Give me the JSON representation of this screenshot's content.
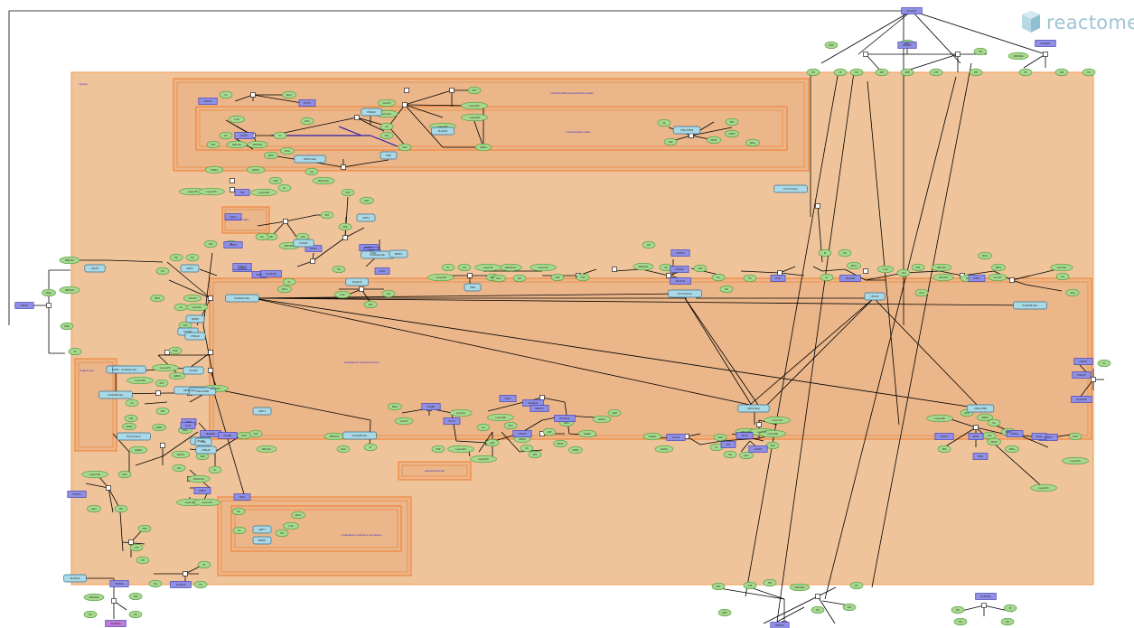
{
  "brand": {
    "name": "reactome",
    "logo_icon": "reactome-logo-icon",
    "color": "#9fc4d4"
  },
  "colors": {
    "cell_fill": "#f0c49a",
    "cell_border": "#f39a52",
    "compartment_fill": "#ebb68a",
    "compartment_border": "#f07a2a",
    "complex_fill": "#a9d9e6",
    "complex_border": "#3d6f8f",
    "protein_fill": "#8f8fe6",
    "protein_border": "#4545b8",
    "molecule_fill": "#a6d98f",
    "molecule_border": "#4f9a3a",
    "edge": "#000000",
    "inhibition_edge": "#2a1aa8",
    "link": "#555566",
    "pink_entity": "#c07ad9"
  },
  "compartment_labels": [
    "cytosol",
    "mitochondrial intermembrane space",
    "mitochondrial matrix",
    "peroxisomal matrix",
    "endoplasmic reticulum lumen",
    "Golgi lumen",
    "lysosomal lumen",
    "endoplasmic reticulum membrane"
  ],
  "entities": {
    "complexes": [
      "PLA2G4A:Ca2+",
      "PLA2G4B:Ca2+",
      "GPAT2 dimer",
      "CHKA:CHKB",
      "PCYT1A dimer",
      "LPCAT1",
      "PNPLA8",
      "PLA2G15",
      "PISD",
      "CEPT1",
      "DDHD1",
      "PLA2G6",
      "GPAT4"
    ],
    "proteins": [
      "PLA2G4C",
      "MBOAT7",
      "PLA2G2A",
      "LPCAT3",
      "PCYT2",
      "LCLAT1",
      "TAZ",
      "CRLS1",
      "AGPAT1",
      "AGPAT2",
      "PEMT",
      "ETNK1",
      "PTPMT1",
      "CDS1",
      "PGS1",
      "LPGAT1",
      "PNPLA6",
      "PLA2G1B",
      "PLD1",
      "PLD2",
      "SELENOI",
      "CHPT1",
      "PTDSS1",
      "PTDSS2",
      "PLA2G10",
      "PLA2R1",
      "LPIN1"
    ],
    "small_molecules": [
      "H2O",
      "Ca2+",
      "ATP",
      "ADP",
      "CTP",
      "PPi",
      "CDP-DAG",
      "PA",
      "LPA",
      "PC",
      "PE",
      "PS",
      "PI",
      "PG",
      "CL",
      "MLCL",
      "L-Ser",
      "Cho",
      "ETA",
      "CDP-Cho",
      "CDP-ETA",
      "DAG",
      "Pi",
      "PCho",
      "PETA",
      "CoA-SH",
      "acyl-CoA",
      "AA",
      "2OG",
      "PGP",
      "1-acyl LPC",
      "2-acyl LPC",
      "1-acyl LPE",
      "GPC",
      "GPETA",
      "FA",
      "PPA",
      "G3P",
      "DHAP",
      "NADH",
      "NAD+",
      "AdoMet",
      "AdoHcy",
      "SAM",
      "H+",
      "Gro",
      "PALM-CoA",
      "1-acyl LPI",
      "1-acyl LPS",
      "2-acyl LPE"
    ]
  }
}
